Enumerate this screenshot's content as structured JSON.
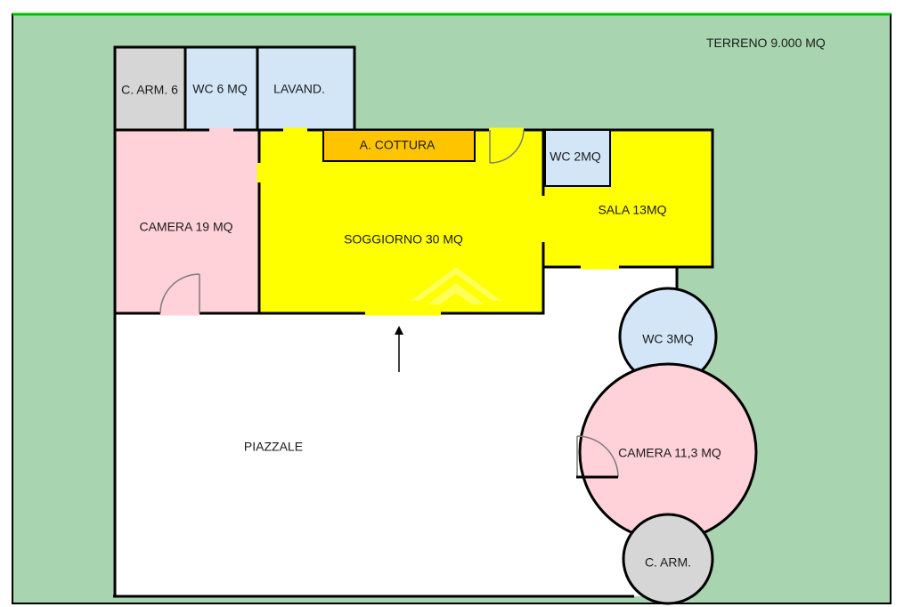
{
  "colors": {
    "terrain": "#a8d5b0",
    "terrain_top_edge": "#00c000",
    "yard": "#ffffff",
    "bedroom": "#ffd2d9",
    "bathroom": "#d3e6f8",
    "closet": "#d6d6d6",
    "living": "#ffff00",
    "kitchen": "#ffc400",
    "wall": "#000000"
  },
  "terrain": {
    "label": "TERRENO 9.000 MQ"
  },
  "rooms": {
    "closet_top": {
      "label": "C. ARM. 6"
    },
    "wc_6": {
      "label": "WC 6 MQ"
    },
    "laundry": {
      "label": "LAVAND."
    },
    "kitchenette": {
      "label": "A. COTTURA"
    },
    "bedroom_19": {
      "label": "CAMERA 19 MQ"
    },
    "living": {
      "label": "SOGGIORNO 30 MQ"
    },
    "wc_2": {
      "label": "WC 2MQ"
    },
    "sala": {
      "label": "SALA 13MQ"
    },
    "wc_3": {
      "label": "WC 3MQ"
    },
    "bedroom_11": {
      "label": "CAMERA 11,3 MQ"
    },
    "closet_round": {
      "label": "C. ARM."
    },
    "yard": {
      "label": "PIAZZALE"
    }
  }
}
